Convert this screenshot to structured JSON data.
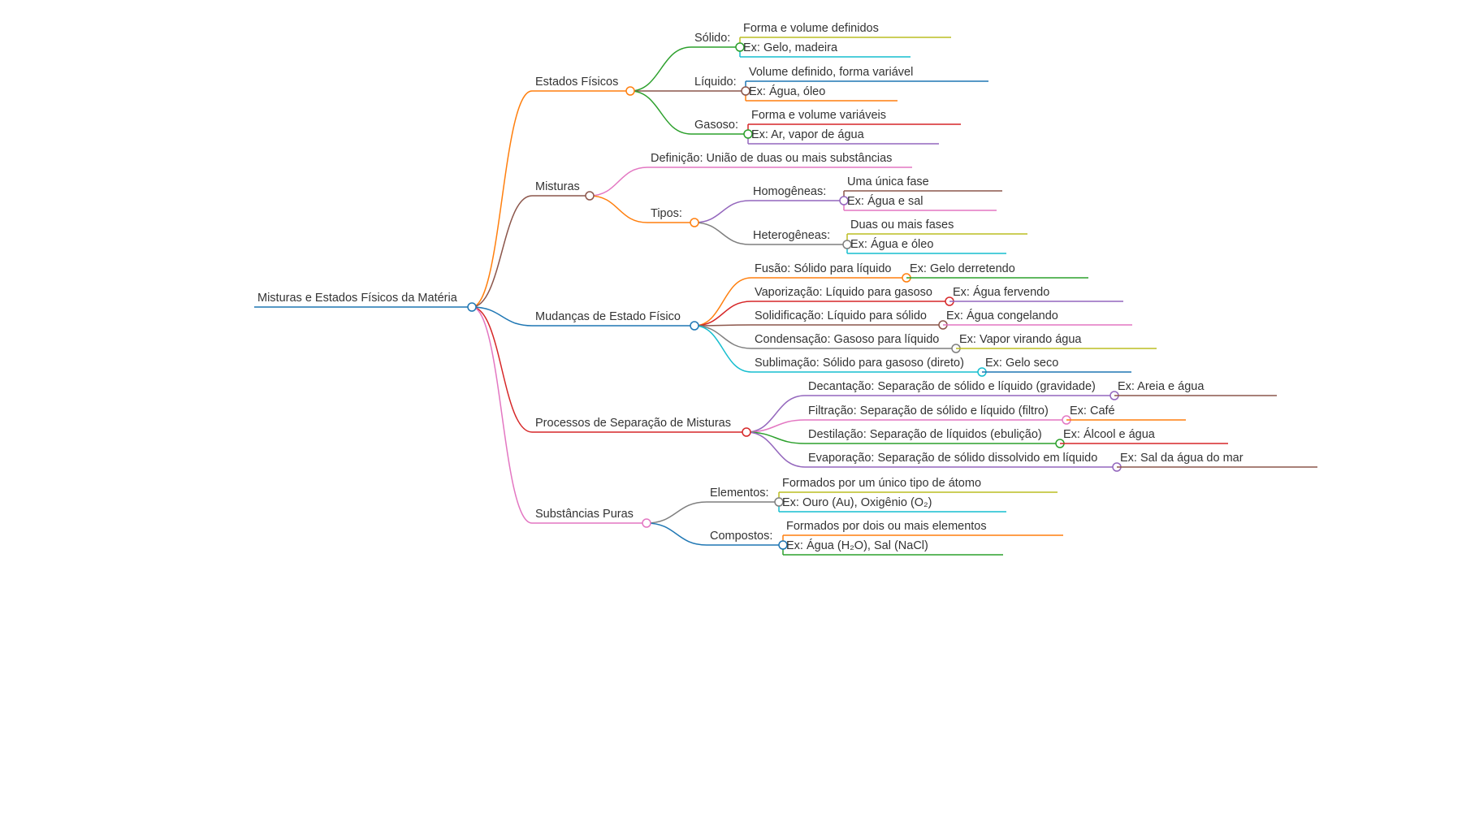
{
  "colors": {
    "blue": "#1f77b4",
    "orange": "#ff7f0e",
    "green": "#2ca02c",
    "red": "#d62728",
    "purple": "#9467bd",
    "brown": "#8c564b",
    "pink": "#e377c2",
    "gray": "#7f7f7f",
    "olive": "#bcbd22",
    "cyan": "#17becf"
  },
  "root": {
    "label": "Misturas e Estados Físicos da Matéria",
    "color": "blue",
    "children": [
      {
        "label": "Estados Físicos",
        "color": "orange",
        "children": [
          {
            "label": "Sólido:",
            "color": "green",
            "children": [
              {
                "label": "Forma e volume definidos",
                "color": "olive"
              },
              {
                "label": "Ex: Gelo, madeira",
                "color": "cyan"
              }
            ]
          },
          {
            "label": "Líquido:",
            "color": "brown",
            "children": [
              {
                "label": "Volume definido, forma variável",
                "color": "blue"
              },
              {
                "label": "Ex: Água, óleo",
                "color": "orange"
              }
            ]
          },
          {
            "label": "Gasoso:",
            "color": "green",
            "children": [
              {
                "label": "Forma e volume variáveis",
                "color": "red"
              },
              {
                "label": "Ex: Ar, vapor de água",
                "color": "purple"
              }
            ]
          }
        ]
      },
      {
        "label": "Misturas",
        "color": "brown",
        "children": [
          {
            "label": "Definição: União de duas ou mais substâncias",
            "color": "pink"
          },
          {
            "label": "Tipos:",
            "color": "orange",
            "children": [
              {
                "label": "Homogêneas:",
                "color": "purple",
                "children": [
                  {
                    "label": "Uma única fase",
                    "color": "brown"
                  },
                  {
                    "label": "Ex: Água e sal",
                    "color": "pink"
                  }
                ]
              },
              {
                "label": "Heterogêneas:",
                "color": "gray",
                "children": [
                  {
                    "label": "Duas ou mais fases",
                    "color": "olive"
                  },
                  {
                    "label": "Ex: Água e óleo",
                    "color": "cyan"
                  }
                ]
              }
            ]
          }
        ]
      },
      {
        "label": "Mudanças de Estado Físico",
        "color": "blue",
        "children": [
          {
            "label": "Fusão: Sólido para líquido",
            "color": "orange",
            "children": [
              {
                "label": "Ex: Gelo derretendo",
                "color": "green"
              }
            ]
          },
          {
            "label": "Vaporização: Líquido para gasoso",
            "color": "red",
            "children": [
              {
                "label": "Ex: Água fervendo",
                "color": "purple"
              }
            ]
          },
          {
            "label": "Solidificação: Líquido para sólido",
            "color": "brown",
            "children": [
              {
                "label": "Ex: Água congelando",
                "color": "pink"
              }
            ]
          },
          {
            "label": "Condensação: Gasoso para líquido",
            "color": "gray",
            "children": [
              {
                "label": "Ex: Vapor virando água",
                "color": "olive"
              }
            ]
          },
          {
            "label": "Sublimação: Sólido para gasoso (direto)",
            "color": "cyan",
            "children": [
              {
                "label": "Ex: Gelo seco",
                "color": "blue"
              }
            ]
          }
        ]
      },
      {
        "label": "Processos de Separação de Misturas",
        "color": "red",
        "children": [
          {
            "label": "Decantação: Separação de sólido e líquido (gravidade)",
            "color": "purple",
            "children": [
              {
                "label": "Ex: Areia e água",
                "color": "brown"
              }
            ]
          },
          {
            "label": "Filtração: Separação de sólido e líquido (filtro)",
            "color": "pink",
            "children": [
              {
                "label": "Ex: Café",
                "color": "orange"
              }
            ]
          },
          {
            "label": "Destilação: Separação de líquidos (ebulição)",
            "color": "green",
            "children": [
              {
                "label": "Ex: Álcool e água",
                "color": "red"
              }
            ]
          },
          {
            "label": "Evaporação: Separação de sólido dissolvido em líquido",
            "color": "purple",
            "children": [
              {
                "label": "Ex: Sal da água do mar",
                "color": "brown"
              }
            ]
          }
        ]
      },
      {
        "label": "Substâncias Puras",
        "color": "pink",
        "children": [
          {
            "label": "Elementos:",
            "color": "gray",
            "children": [
              {
                "label": "Formados por um único tipo de átomo",
                "color": "olive"
              },
              {
                "label": "Ex: Ouro (Au), Oxigênio (O₂)",
                "color": "cyan"
              }
            ]
          },
          {
            "label": "Compostos:",
            "color": "blue",
            "children": [
              {
                "label": "Formados por dois ou mais elementos",
                "color": "orange"
              },
              {
                "label": "Ex: Água (H₂O), Sal (NaCl)",
                "color": "green"
              }
            ]
          }
        ]
      }
    ]
  }
}
